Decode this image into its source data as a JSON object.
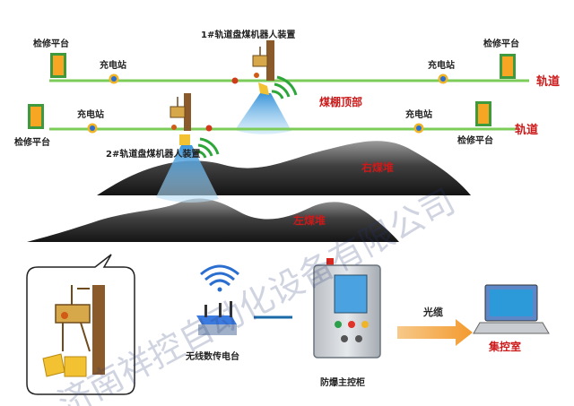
{
  "labels": {
    "repair_platform": "检修平台",
    "charging_station": "充电站",
    "track": "轨道",
    "robot1": "1#轨道盘煤机器人装置",
    "robot2": "2#轨道盘煤机器人装置",
    "shed_roof": "煤棚顶部",
    "right_pile": "右煤堆",
    "left_pile": "左煤堆",
    "wireless_station": "无线数传电台",
    "control_cabinet": "防爆主控柜",
    "fiber": "光缆",
    "control_room": "集控室"
  },
  "watermark": "济南祥控自动化设备有限公司",
  "colors": {
    "track": "#7ccc5a",
    "red_label": "#cc1a1a",
    "sonar": "#2da63a",
    "beam": "#4fa8e0",
    "pile": "#333333",
    "platform_fill": "#f6a623",
    "platform_border": "#3e9a3c",
    "station": "#2a6ecf"
  }
}
